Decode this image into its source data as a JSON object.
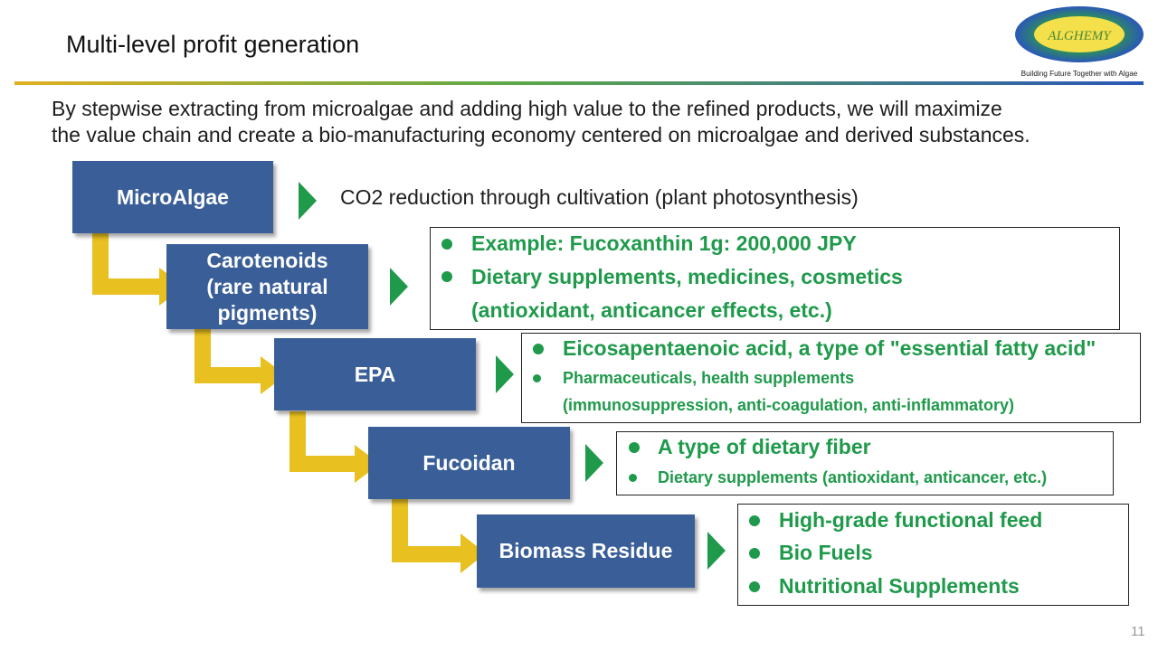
{
  "slide": {
    "title": "Multi-level profit generation",
    "intro_line1": "By stepwise extracting from microalgae and adding high value to the refined products, we will maximize",
    "intro_line2": "the value chain and create a bio-manufacturing economy centered on microalgae and derived substances.",
    "page_number": "11"
  },
  "logo": {
    "name": "ALGHEMY",
    "tagline": "Building Future Together with Algae"
  },
  "stages": [
    {
      "label_lines": [
        "MicroAlgae"
      ]
    },
    {
      "label_lines": [
        "Carotenoids",
        "(rare natural",
        "pigments)"
      ]
    },
    {
      "label_lines": [
        "EPA"
      ]
    },
    {
      "label_lines": [
        "Fucoidan"
      ]
    },
    {
      "label_lines": [
        "Biomass Residue"
      ]
    }
  ],
  "details": {
    "microalgae": "CO2 reduction through cultivation (plant photosynthesis)",
    "carotenoids": [
      "Example: Fucoxanthin 1g: 200,000 JPY",
      "Dietary supplements, medicines, cosmetics",
      "(antioxidant, anticancer effects, etc.)"
    ],
    "epa": [
      "Eicosapentaenoic acid, a type of \"essential fatty acid\"",
      "Pharmaceuticals, health supplements",
      "(immunosuppression, anti-coagulation, anti-inflammatory)"
    ],
    "fucoidan": [
      "A type of dietary fiber",
      "Dietary supplements (antioxidant, anticancer, etc.)"
    ],
    "biomass": [
      "High-grade functional feed",
      "Bio Fuels",
      "Nutritional Supplements"
    ]
  },
  "colors": {
    "node_fill": "#3a5f98",
    "connector_yellow": "#e8c020",
    "bullet_green": "#1f9a4b",
    "logo_green": "#2e9a47",
    "logo_blue": "#2a58b8"
  }
}
